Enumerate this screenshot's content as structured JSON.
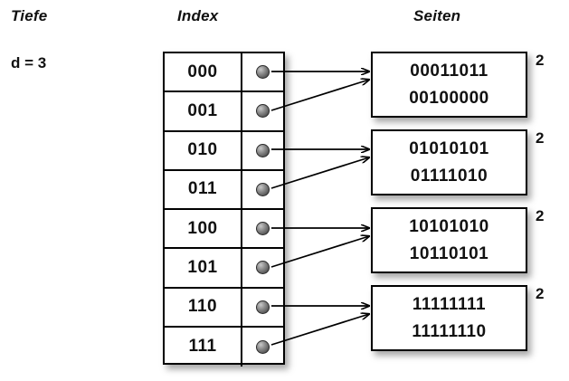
{
  "headers": {
    "depth": "Tiefe",
    "index": "Index",
    "pages": "Seiten"
  },
  "depth": {
    "label": "d = 3"
  },
  "index_table": {
    "rows": [
      {
        "key": "000",
        "pointer_icon": "pointer-dot-icon",
        "target_page": 0
      },
      {
        "key": "001",
        "pointer_icon": "pointer-dot-icon",
        "target_page": 0
      },
      {
        "key": "010",
        "pointer_icon": "pointer-dot-icon",
        "target_page": 1
      },
      {
        "key": "011",
        "pointer_icon": "pointer-dot-icon",
        "target_page": 1
      },
      {
        "key": "100",
        "pointer_icon": "pointer-dot-icon",
        "target_page": 2
      },
      {
        "key": "101",
        "pointer_icon": "pointer-dot-icon",
        "target_page": 2
      },
      {
        "key": "110",
        "pointer_icon": "pointer-dot-icon",
        "target_page": 3
      },
      {
        "key": "111",
        "pointer_icon": "pointer-dot-icon",
        "target_page": 3
      }
    ]
  },
  "pages": [
    {
      "line1": "00011011",
      "line2": "00100000",
      "local_depth": "2"
    },
    {
      "line1": "01010101",
      "line2": "01111010",
      "local_depth": "2"
    },
    {
      "line1": "10101010",
      "line2": "10110101",
      "local_depth": "2"
    },
    {
      "line1": "11111111",
      "line2": "11111110",
      "local_depth": "2"
    }
  ],
  "colors": {
    "background": "#ffffff",
    "stroke": "#000000",
    "text": "#111111",
    "dot_light": "#c9c9c9",
    "dot_dark": "#3d3d3d"
  }
}
